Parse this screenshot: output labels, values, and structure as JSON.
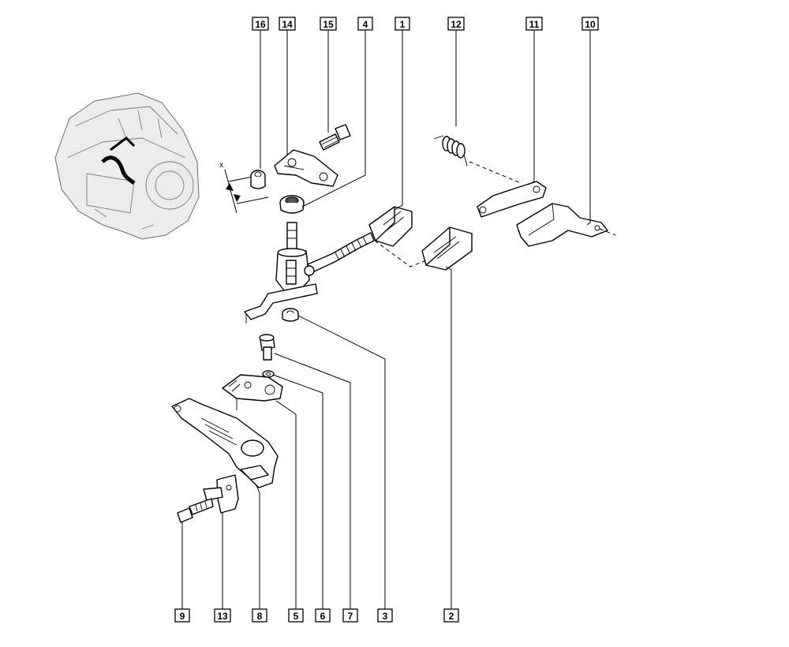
{
  "callouts": [
    {
      "id": "c16",
      "label": "16"
    },
    {
      "id": "c14",
      "label": "14"
    },
    {
      "id": "c15",
      "label": "15"
    },
    {
      "id": "c4",
      "label": "4"
    },
    {
      "id": "c1",
      "label": "1"
    },
    {
      "id": "c12",
      "label": "12"
    },
    {
      "id": "c11",
      "label": "11"
    },
    {
      "id": "c10",
      "label": "10"
    },
    {
      "id": "c9",
      "label": "9"
    },
    {
      "id": "c13",
      "label": "13"
    },
    {
      "id": "c8",
      "label": "8"
    },
    {
      "id": "c5",
      "label": "5"
    },
    {
      "id": "c6",
      "label": "6"
    },
    {
      "id": "c7",
      "label": "7"
    },
    {
      "id": "c3",
      "label": "3"
    },
    {
      "id": "c2",
      "label": "2"
    }
  ],
  "dimension_label": "x",
  "colors": {
    "ink": "#000000",
    "housing": "#ececec",
    "paper": "#ffffff"
  }
}
